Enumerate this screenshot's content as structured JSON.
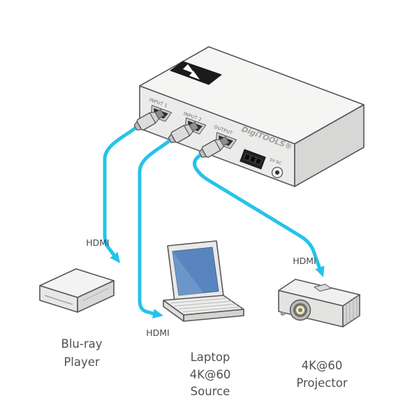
{
  "diagram": {
    "switcher": {
      "logo_icon": "kramer-logo",
      "brand_text": "DigiTOOLS®",
      "port_input1": "INPUT 1",
      "port_input2": "INPUT 2",
      "port_output": "OUTPUT",
      "power_label": "5V DC"
    },
    "cables": {
      "bluray_hdmi": "HDMI",
      "laptop_hdmi": "HDMI",
      "projector_hdmi": "HDMI"
    },
    "devices": {
      "bluray_line1": "Blu-ray",
      "bluray_line2": "Player",
      "laptop_line1": "Laptop",
      "laptop_line2": "4K@60",
      "laptop_line3": "Source",
      "projector_line1": "4K@60",
      "projector_line2": "Projector"
    },
    "colors": {
      "cable": "#25c3e9",
      "outline": "#55565a",
      "label": "#4c5157"
    }
  }
}
